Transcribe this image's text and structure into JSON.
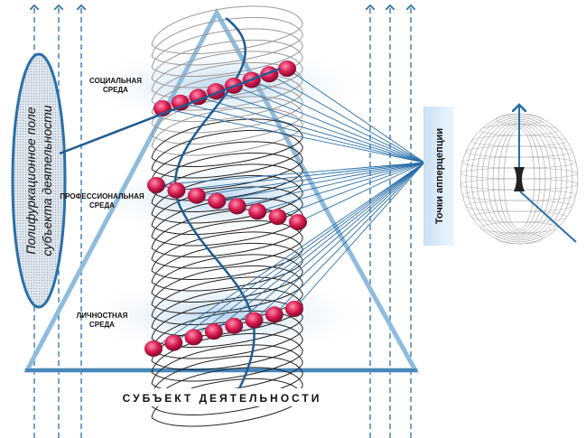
{
  "ellipse_label": {
    "line1": "Полифуркационное поле",
    "line2": "субъекта деятельности"
  },
  "environments": [
    {
      "line1": "СОЦИАЛЬНАЯ",
      "line2": "СРЕДА"
    },
    {
      "line1": "ПРОФЕССИОНАЛЬНАЯ",
      "line2": "СРЕДА"
    },
    {
      "line1": "ЛИЧНОСТНАЯ",
      "line2": "СРЕДА"
    }
  ],
  "apperception_label": "Точки апперцепции",
  "subject_label": "СУБЪЕКТ ДЕЯТЕЛЬНОСТИ",
  "colors": {
    "line_blue": "#2a6fa8",
    "triangle": "#8fbcdc",
    "bead": "#d81b4f",
    "cloud": "#cfe3f3"
  }
}
